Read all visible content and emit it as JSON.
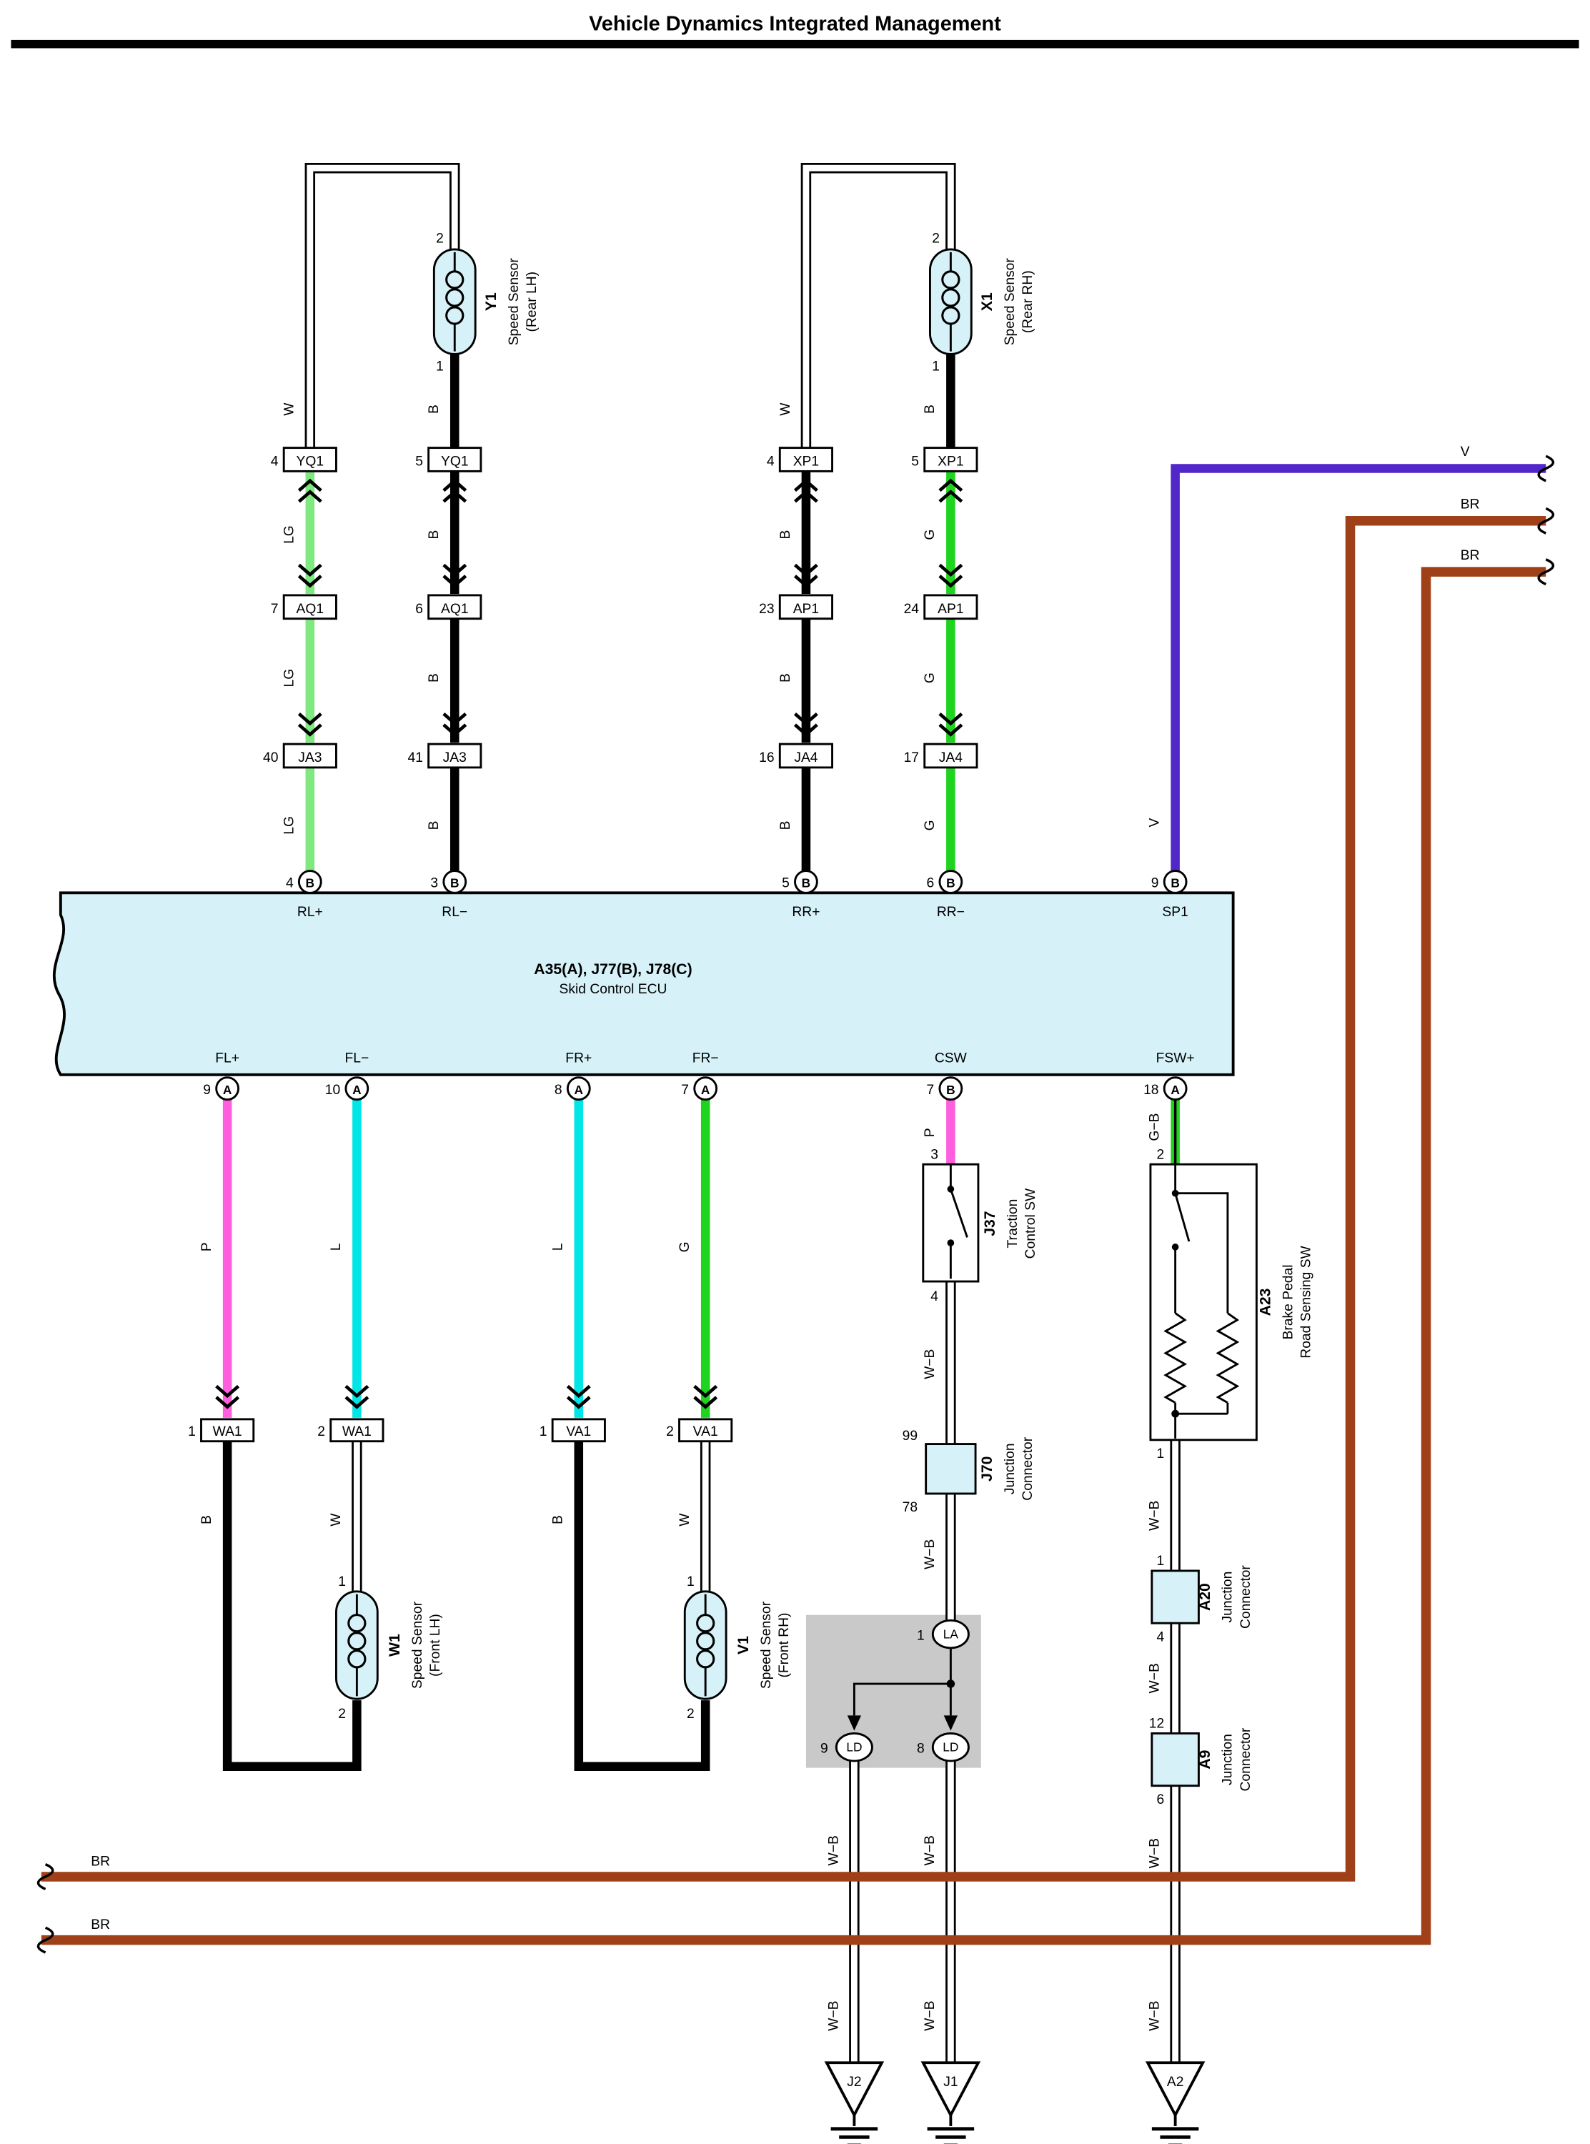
{
  "title": "Vehicle Dynamics Integrated Management",
  "sensors": {
    "rear_lh": {
      "id": "Y1",
      "name": "Speed Sensor",
      "sub": "(Rear LH)",
      "pin_top": "2",
      "pin_bottom": "1"
    },
    "rear_rh": {
      "id": "X1",
      "name": "Speed Sensor",
      "sub": "(Rear RH)",
      "pin_top": "2",
      "pin_bottom": "1"
    },
    "front_lh": {
      "id": "W1",
      "name": "Speed Sensor",
      "sub": "(Front LH)",
      "pin_top": "1",
      "pin_bottom": "2"
    },
    "front_rh": {
      "id": "V1",
      "name": "Speed Sensor",
      "sub": "(Front RH)",
      "pin_top": "1",
      "pin_bottom": "2"
    }
  },
  "ecu": {
    "name": "A35(A), J77(B), J78(C)",
    "subtitle": "Skid Control ECU",
    "top_pins": [
      {
        "num": "4",
        "conn": "B",
        "label": "RL+"
      },
      {
        "num": "3",
        "conn": "B",
        "label": "RL−"
      },
      {
        "num": "5",
        "conn": "B",
        "label": "RR+"
      },
      {
        "num": "6",
        "conn": "B",
        "label": "RR−"
      },
      {
        "num": "9",
        "conn": "B",
        "label": "SP1"
      }
    ],
    "bottom_pins": [
      {
        "num": "9",
        "conn": "A",
        "label": "FL+"
      },
      {
        "num": "10",
        "conn": "A",
        "label": "FL−"
      },
      {
        "num": "8",
        "conn": "A",
        "label": "FR+"
      },
      {
        "num": "7",
        "conn": "A",
        "label": "FR−"
      },
      {
        "num": "7",
        "conn": "B",
        "label": "CSW"
      },
      {
        "num": "18",
        "conn": "A",
        "label": "FSW+"
      }
    ]
  },
  "connector_rows": {
    "row1": [
      {
        "pin": "4",
        "label": "YQ1"
      },
      {
        "pin": "5",
        "label": "YQ1"
      },
      {
        "pin": "4",
        "label": "XP1"
      },
      {
        "pin": "5",
        "label": "XP1"
      }
    ],
    "row2": [
      {
        "pin": "7",
        "label": "AQ1"
      },
      {
        "pin": "6",
        "label": "AQ1"
      },
      {
        "pin": "23",
        "label": "AP1"
      },
      {
        "pin": "24",
        "label": "AP1"
      }
    ],
    "row3": [
      {
        "pin": "40",
        "label": "JA3"
      },
      {
        "pin": "41",
        "label": "JA3"
      },
      {
        "pin": "16",
        "label": "JA4"
      },
      {
        "pin": "17",
        "label": "JA4"
      }
    ],
    "front": [
      {
        "pin": "1",
        "label": "WA1"
      },
      {
        "pin": "2",
        "label": "WA1"
      },
      {
        "pin": "1",
        "label": "VA1"
      },
      {
        "pin": "2",
        "label": "VA1"
      }
    ]
  },
  "components": {
    "j37": {
      "id": "J37",
      "line1": "Traction",
      "line2": "Control SW",
      "pin_top": "3",
      "pin_bottom": "4"
    },
    "j70": {
      "id": "J70",
      "line1": "Junction",
      "line2": "Connector",
      "pin_top": "99",
      "pin_bottom": "78"
    },
    "a23": {
      "id": "A23",
      "line1": "Brake Pedal",
      "line2": "Road Sensing SW",
      "pin_top": "2",
      "pin_bottom": "1"
    },
    "a20": {
      "id": "A20",
      "line1": "Junction",
      "line2": "Connector",
      "pin_top": "1",
      "pin_bottom": "4"
    },
    "a9": {
      "id": "A9",
      "line1": "Junction",
      "line2": "Connector",
      "pin_top": "12",
      "pin_bottom": "6"
    },
    "la": {
      "pin": "1",
      "label": "LA"
    },
    "ld_left": {
      "pin": "9",
      "label": "LD"
    },
    "ld_right": {
      "pin": "8",
      "label": "LD"
    }
  },
  "grounds": {
    "left": "J2",
    "center": "J1",
    "right": "A2"
  },
  "wire_labels": {
    "rear_top": [
      "W",
      "B",
      "W",
      "B"
    ],
    "rear_mid1": [
      "LG",
      "B",
      "B",
      "G"
    ],
    "rear_mid2": [
      "LG",
      "B",
      "B",
      "G"
    ],
    "rear_mid3": [
      "LG",
      "B",
      "B",
      "G"
    ],
    "sp1": "V",
    "right_edge": [
      "V",
      "BR",
      "BR"
    ],
    "left_edge": [
      "BR",
      "BR"
    ],
    "front_upper": [
      "P",
      "L",
      "L",
      "G"
    ],
    "front_lower": [
      "B",
      "W",
      "B",
      "W"
    ],
    "csw": "P",
    "fsw": "G−B",
    "wb": "W−B"
  },
  "colors": {
    "light_green": "#7FE87F",
    "green": "#1FD41F",
    "pink": "#FF5FDE",
    "light_blue": "#00E6E6",
    "violet": "#5227C9",
    "brown": "#A04018",
    "component_fill": "#D6F2F8",
    "shield_gray": "#C9C9C9"
  }
}
